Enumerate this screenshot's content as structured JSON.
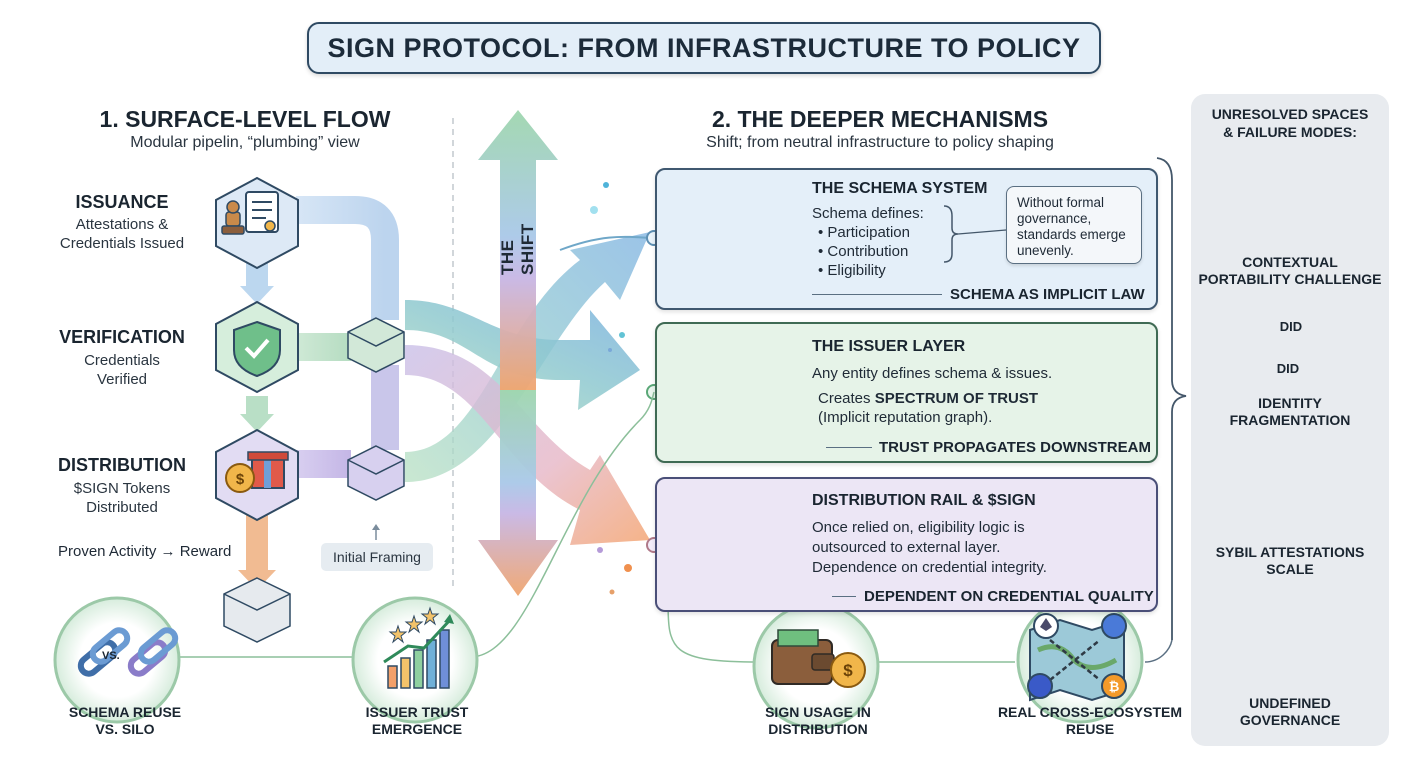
{
  "title": "SIGN PROTOCOL: FROM INFRASTRUCTURE TO POLICY",
  "left_section": {
    "title": "1. SURFACE-LEVEL FLOW",
    "subtitle": "Modular pipelin, “plumbing” view",
    "stages": [
      {
        "title": "ISSUANCE",
        "desc_1": "Attestations &",
        "desc_2": "Credentials Issued"
      },
      {
        "title": "VERIFICATION",
        "desc_1": "Credentials",
        "desc_2": "Verified"
      },
      {
        "title": "DISTRIBUTION",
        "desc_1": "$SIGN Tokens",
        "desc_2": "Distributed"
      }
    ],
    "reward_text": "Proven Activity → Reward",
    "tag": "Initial Framing"
  },
  "shift_label": "THE SHIFT",
  "right_section": {
    "title": "2. THE DEEPER MECHANISMS",
    "subtitle": "Shift; from neutral infrastructure to policy shaping"
  },
  "cards": {
    "schema": {
      "title": "THE SCHEMA SYSTEM",
      "intro": "Schema defines:",
      "items": [
        "Participation",
        "Contribution",
        "Eligibility"
      ],
      "note": "Without formal governance, standards emerge unevenly.",
      "footer": "SCHEMA AS IMPLICIT LAW"
    },
    "issuer": {
      "title": "THE ISSUER LAYER",
      "line_1": "Any entity defines schema & issues.",
      "line_2_prefix": "Creates ",
      "line_2_bold": "SPECTRUM OF TRUST",
      "line_3": "(Implicit reputation graph).",
      "footer": "TRUST PROPAGATES DOWNSTREAM"
    },
    "distribution": {
      "title": "DISTRIBUTION RAIL & $SIGN",
      "line_1": "Once relied on, eligibility logic is",
      "line_2": "outsourced to external layer.",
      "line_3": "Dependence on credential integrity.",
      "footer": "DEPENDENT ON CREDENTIAL QUALITY"
    }
  },
  "bottom": {
    "schema_reuse": {
      "line_1": "SCHEMA REUSE",
      "line_2": "VS. SILO",
      "vs": "VS."
    },
    "issuer_trust": {
      "line_1": "ISSUER TRUST",
      "line_2": "EMERGENCE"
    },
    "sign_usage": {
      "line_1": "SIGN USAGE IN",
      "line_2": "DISTRIBUTION"
    },
    "cross_reuse": {
      "line_1": "REAL CROSS-ECOSYSTEM",
      "line_2": "REUSE"
    }
  },
  "side": {
    "heading_1": "UNRESOLVED SPACES",
    "heading_2": "& FAILURE MODES:",
    "items": [
      {
        "line_1": "CONTEXTUAL",
        "line_2": "PORTABILITY CHALLENGE"
      },
      {
        "line_1": "IDENTITY",
        "line_2": "FRAGMENTATION"
      },
      {
        "line_1": "SYBIL ATTESTATIONS",
        "line_2": "SCALE"
      },
      {
        "line_1": "UNDEFINED",
        "line_2": "GOVERNANCE"
      }
    ],
    "did_label": "DID"
  },
  "colors": {
    "dark": "#2f4a63",
    "blue_card": "#e4eff9",
    "green_card": "#e6f3e8",
    "purple_card": "#ece6f5",
    "green_ring": "#9cc9a8",
    "side_panel": "#e8ebef"
  }
}
